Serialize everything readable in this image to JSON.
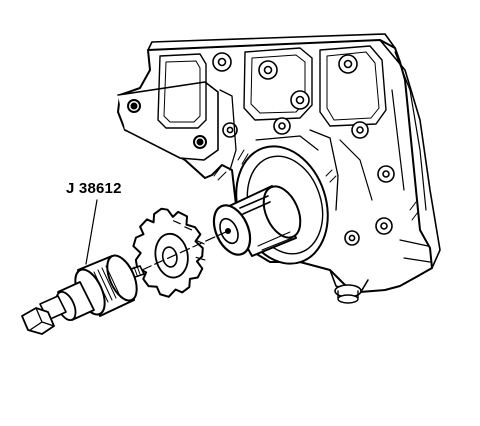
{
  "diagram": {
    "callout_label": "J 38612",
    "parts": {
      "block": "engine-block",
      "crankshaft": "crankshaft-nose",
      "sprocket": "crankshaft-sprocket",
      "tool": "sprocket-installer-tool"
    },
    "colors": {
      "ink": "#000000",
      "paper": "#ffffff"
    }
  }
}
